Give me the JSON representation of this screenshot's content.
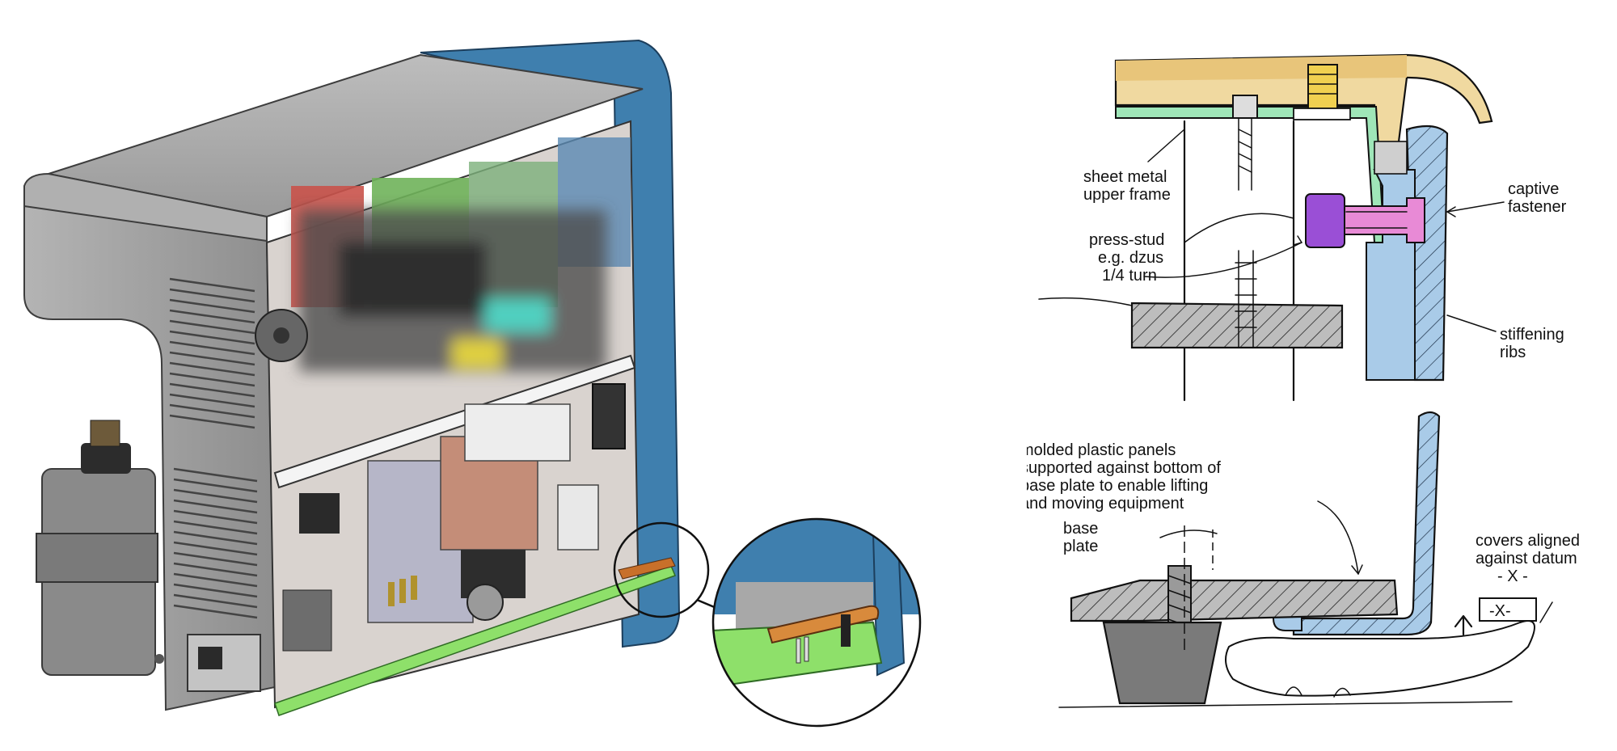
{
  "figure": {
    "left_panel": "3D CAD cutaway of equipment enclosure with magnified detail of base-edge seal",
    "right_panel": "hand sketch cross-section of enclosure panel joints"
  },
  "labels": {
    "upper_frame": [
      "sheet metal",
      "upper frame"
    ],
    "press_stud": [
      "press-stud",
      "e.g. dzus",
      "1/4 turn"
    ],
    "captive_fastener": [
      "captive",
      "fastener"
    ],
    "stiffening_ribs": [
      "stiffening",
      "ribs"
    ],
    "molded_panels": [
      "molded plastic panels",
      "supported against bottom of",
      "base plate to enable lifting",
      "and moving equipment"
    ],
    "base_plate": [
      "base",
      "plate"
    ],
    "covers_aligned": [
      "covers aligned",
      "against datum"
    ],
    "datum_symbol": "- X -",
    "datum_box": "-X-"
  },
  "colors": {
    "cover_blue": "#3f7fae",
    "cover_blue_light": "#a9cbe8",
    "chassis_gray": "#9c9c9c",
    "sheet_metal_green": "#8ee06a",
    "stud_orange": "#c8702a",
    "fastener_pink": "#e88ad6",
    "fastener_purple": "#9a4fd6",
    "cap_tan": "#f0d9a0",
    "frame_green_sketch": "#9fe6b8"
  }
}
